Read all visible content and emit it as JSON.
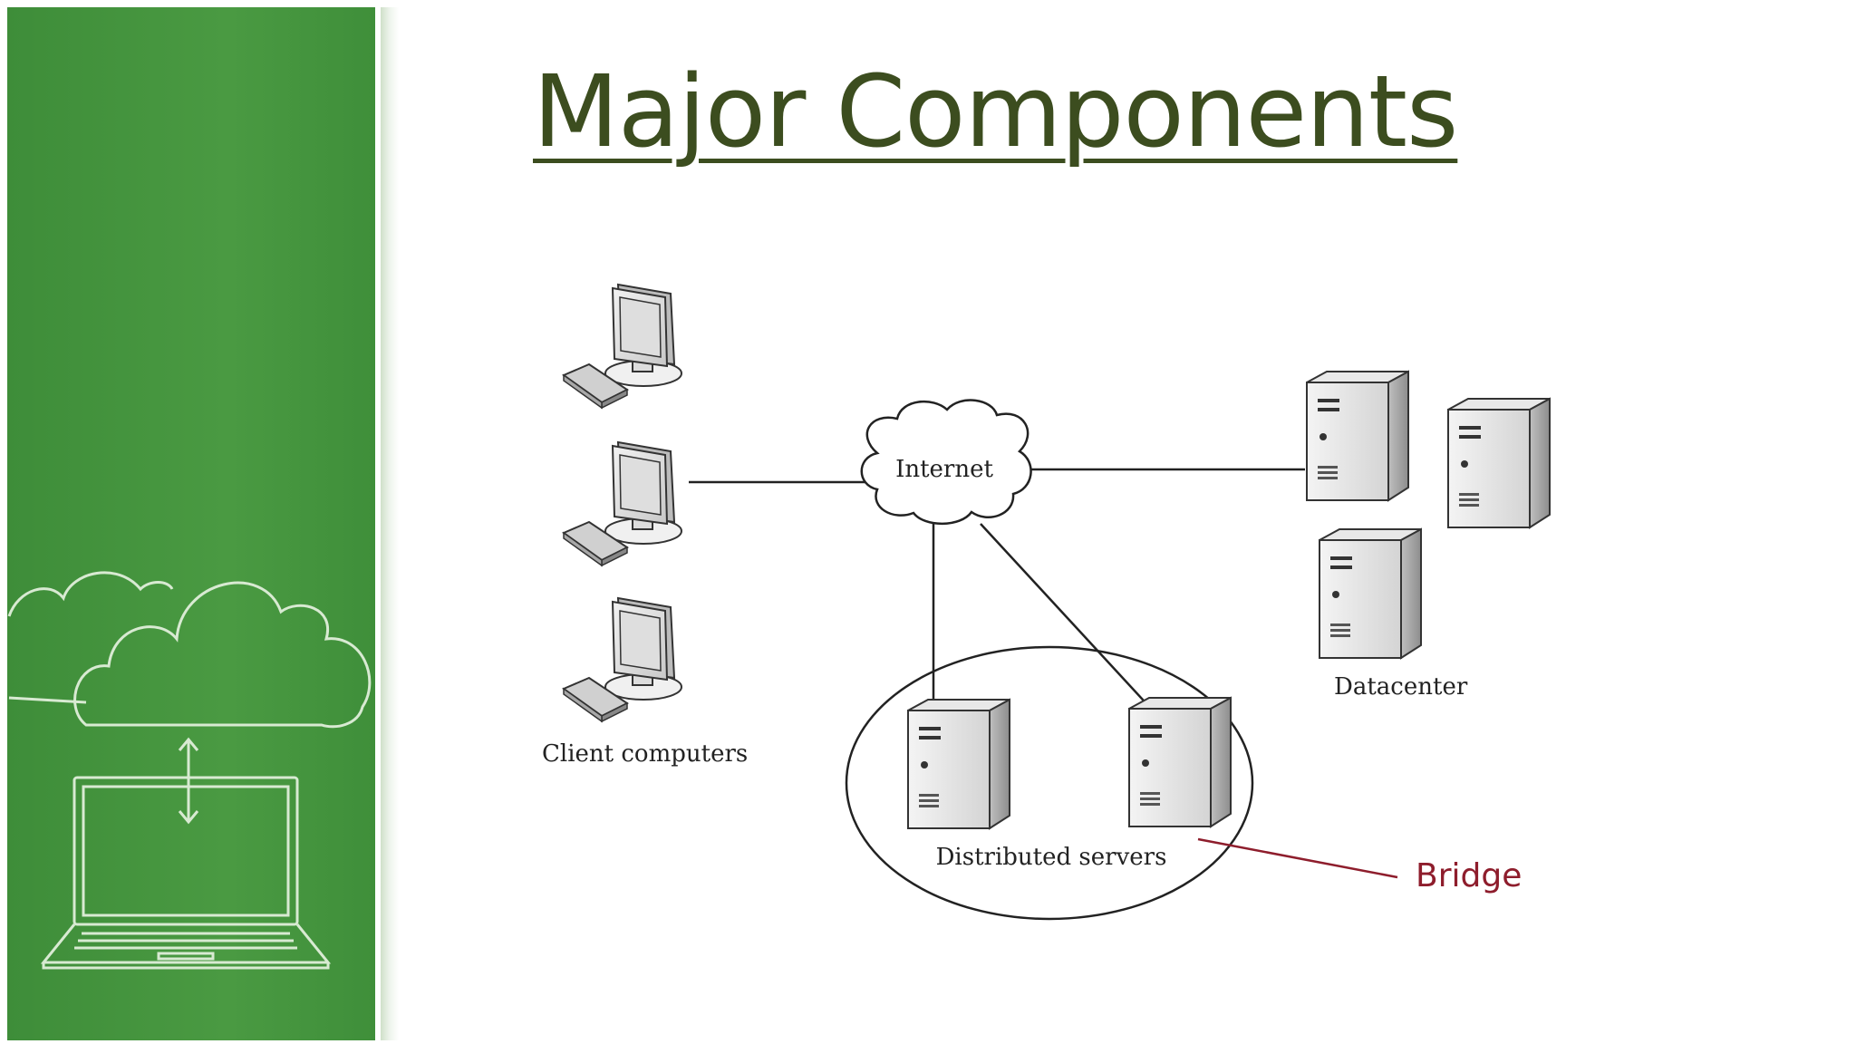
{
  "slide": {
    "title": "Major Components"
  },
  "diagram": {
    "labels": {
      "internet": "Internet",
      "datacenter": "Datacenter",
      "clients": "Client computers",
      "distributed": "Distributed servers",
      "bridge": "Bridge"
    }
  },
  "colors": {
    "panel_green": "#3f8f3a",
    "title": "#3c4d1f",
    "bridge": "#8e1d2c"
  }
}
